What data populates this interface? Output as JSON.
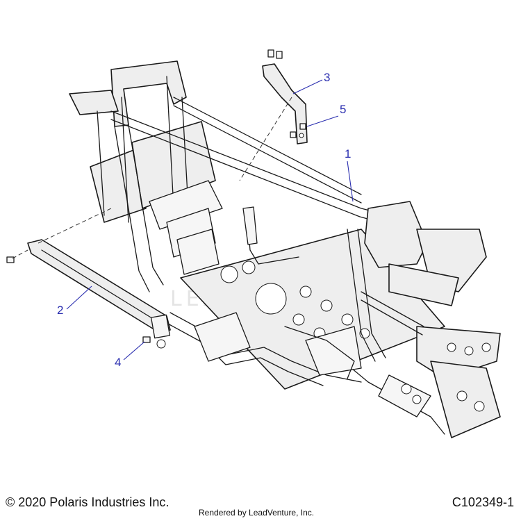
{
  "callouts": [
    {
      "label": "1"
    },
    {
      "label": "2"
    },
    {
      "label": "3"
    },
    {
      "label": "4"
    },
    {
      "label": "5"
    }
  ],
  "watermark": "LEADVENTURE",
  "footer": {
    "copyright": "© 2020 Polaris Industries Inc.",
    "rendered_by": "Rendered by LeadVenture, Inc.",
    "diagram_id": "C102349-1"
  },
  "colors": {
    "callout": "#2b2fb0",
    "line": "#1a1a1a",
    "fill": "#eeeeee"
  }
}
